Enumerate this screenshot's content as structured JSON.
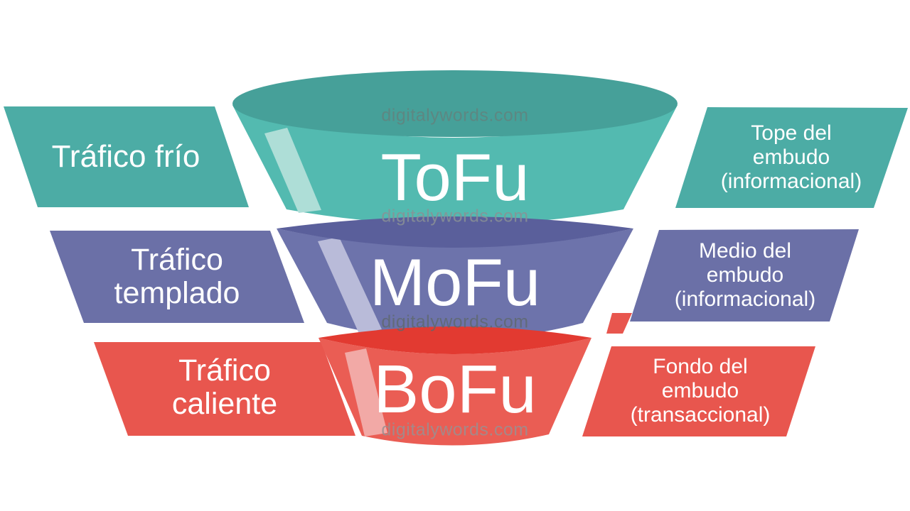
{
  "watermark": {
    "text": "digitalywords.com"
  },
  "funnel_stages": [
    {
      "id": "tofu",
      "label": "ToFu"
    },
    {
      "id": "mofu",
      "label": "MoFu"
    },
    {
      "id": "bofu",
      "label": "BoFu"
    }
  ],
  "left_labels": [
    {
      "lines": [
        "Tráfico frío"
      ]
    },
    {
      "lines": [
        "Tráfico",
        "templado"
      ]
    },
    {
      "lines": [
        "Tráfico",
        "caliente"
      ]
    }
  ],
  "right_labels": [
    {
      "lines": [
        "Tope del",
        "embudo",
        "(informacional)"
      ]
    },
    {
      "lines": [
        "Medio del",
        "embudo",
        "(informacional)"
      ]
    },
    {
      "lines": [
        "Fondo del",
        "embudo",
        "(transaccional)"
      ]
    }
  ],
  "colors": {
    "teal_label": "#4CACA5",
    "teal_top": "#46A099",
    "teal_body": "#53BAB0",
    "teal_highlight": "#AEDED7",
    "purple_label": "#6B70A7",
    "purple_rim": "#5A5F9B",
    "purple_body": "#6D73AB",
    "purple_highlight": "#B9BBD9",
    "red_label": "#E8564E",
    "red_rim": "#E23A31",
    "red_body": "#EA5D54",
    "red_highlight": "#F2A9A6",
    "label_text": "#FFFFFF",
    "watermark_top": "#756F6C",
    "watermark_gray": "#8A9196",
    "watermark_dark": "#5F686D",
    "watermark_bottom": "#9A9092"
  }
}
